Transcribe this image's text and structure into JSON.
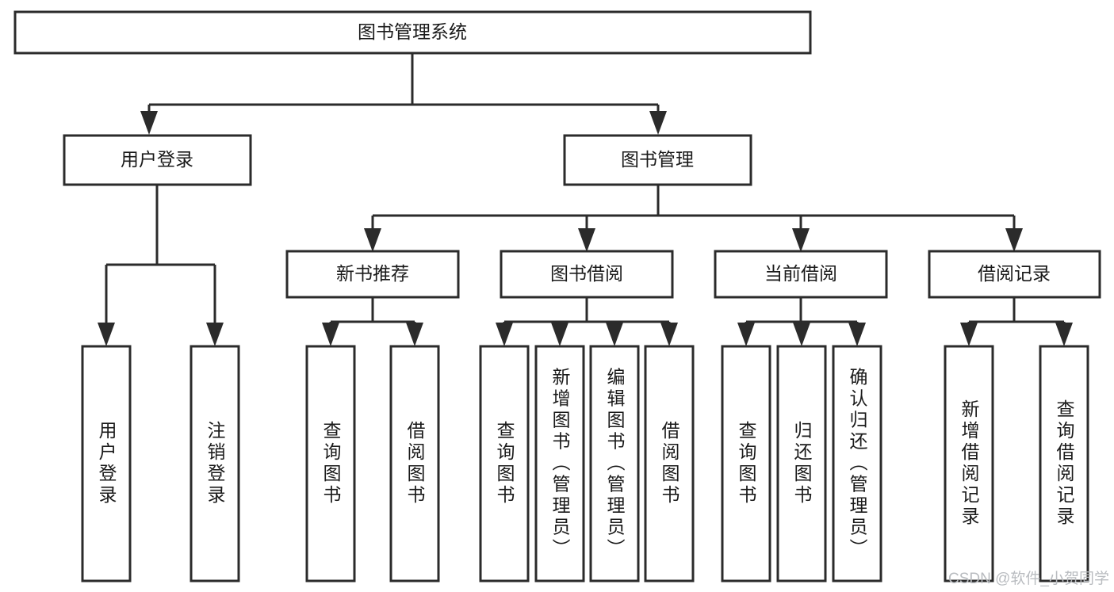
{
  "diagram": {
    "title": "图书管理系统",
    "type": "tree-hierarchy",
    "orientation": "top-down",
    "colors": {
      "box_fill": "#ffffff",
      "box_stroke": "#2b2b2b",
      "text": "#1a1a1a",
      "watermark": "#b9bcc0",
      "background": "#ffffff"
    },
    "root": {
      "label": "图书管理系统"
    },
    "level2": [
      {
        "id": "user-login",
        "label": "用户登录"
      },
      {
        "id": "book-management",
        "label": "图书管理"
      }
    ],
    "level3": [
      {
        "id": "new-book-recommend",
        "label": "新书推荐",
        "parent": "book-management"
      },
      {
        "id": "book-borrow",
        "label": "图书借阅",
        "parent": "book-management"
      },
      {
        "id": "current-borrow",
        "label": "当前借阅",
        "parent": "book-management"
      },
      {
        "id": "borrow-record",
        "label": "借阅记录",
        "parent": "book-management"
      }
    ],
    "leaves": {
      "user-login": [
        {
          "id": "leaf-user-login",
          "label": "用户登录"
        },
        {
          "id": "leaf-logout-login",
          "label": "注销登录"
        }
      ],
      "new-book-recommend": [
        {
          "id": "leaf-query-book-1",
          "label": "查询图书"
        },
        {
          "id": "leaf-borrow-book-1",
          "label": "借阅图书"
        }
      ],
      "book-borrow": [
        {
          "id": "leaf-query-book-2",
          "label": "查询图书"
        },
        {
          "id": "leaf-add-book",
          "label": "新增图书（管理员）"
        },
        {
          "id": "leaf-edit-book",
          "label": "编辑图书（管理员）"
        },
        {
          "id": "leaf-borrow-book-2",
          "label": "借阅图书"
        }
      ],
      "current-borrow": [
        {
          "id": "leaf-query-book-3",
          "label": "查询图书"
        },
        {
          "id": "leaf-return-book",
          "label": "归还图书"
        },
        {
          "id": "leaf-confirm-return",
          "label": "确认归还（管理员）"
        }
      ],
      "borrow-record": [
        {
          "id": "leaf-add-record",
          "label": "新增借阅记录"
        },
        {
          "id": "leaf-query-record",
          "label": "查询借阅记录"
        }
      ]
    }
  },
  "watermark": {
    "label": "CSDN @软件_小贺同学"
  }
}
